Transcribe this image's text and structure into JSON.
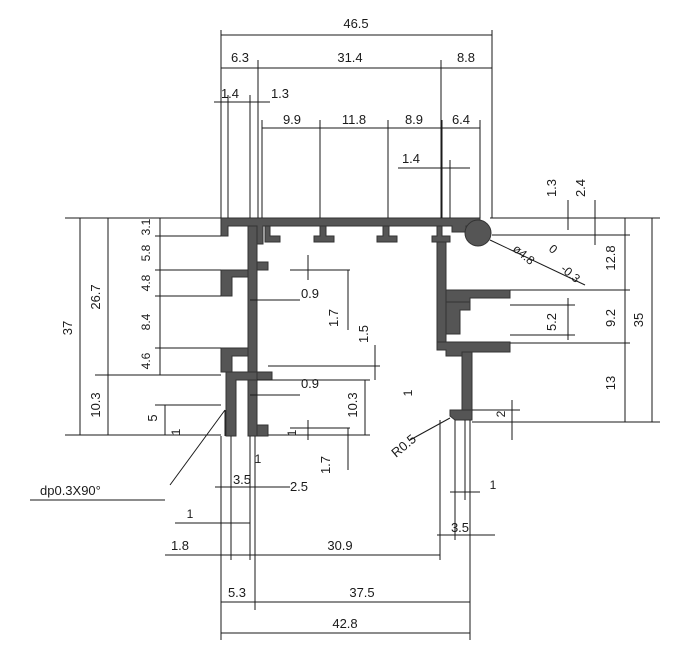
{
  "drawing": {
    "dimensions": {
      "top_total": "46.5",
      "top_left": "6.3",
      "top_mid": "31.4",
      "top_right": "8.8",
      "top_w1": "1.4",
      "top_w2": "1.3",
      "slot_a": "9.9",
      "slot_b": "11.8",
      "slot_c": "8.9",
      "slot_d": "6.4",
      "gap_top": "1.4",
      "h_total_left": "37",
      "h_267": "26.7",
      "h_31": "3.1",
      "h_58": "5.8",
      "h_48": "4.8",
      "h_84": "8.4",
      "h_46": "4.6",
      "h_103_left": "10.3",
      "h_5": "5",
      "h_1_left": "1",
      "inner_09_a": "0.9",
      "inner_17_a": "1.7",
      "inner_15": "1.5",
      "inner_09_b": "0.9",
      "inner_103": "10.3",
      "inner_1_b": "1",
      "inner_17_b": "1.7",
      "r_13": "1.3",
      "r_24": "2.4",
      "r_128": "12.8",
      "r_35": "35",
      "r_92": "9.2",
      "r_52": "5.2",
      "r_13b": "13",
      "r_2": "2",
      "r_1": "1",
      "r_1b": "1",
      "r_35b": "3.5",
      "diameter_note": "ø4.8",
      "diameter_tol_upper": "0",
      "diameter_tol_lower": "-0.3",
      "radius_note": "R0.5",
      "chamfer_note": "dp0.3X90°",
      "bot_1": "1",
      "bot_35": "3.5",
      "bot_25": "2.5",
      "bot_1b": "1",
      "bot_18": "1.8",
      "bot_309": "30.9",
      "bot_53": "5.3",
      "bot_375": "37.5",
      "bot_428": "42.8"
    }
  }
}
